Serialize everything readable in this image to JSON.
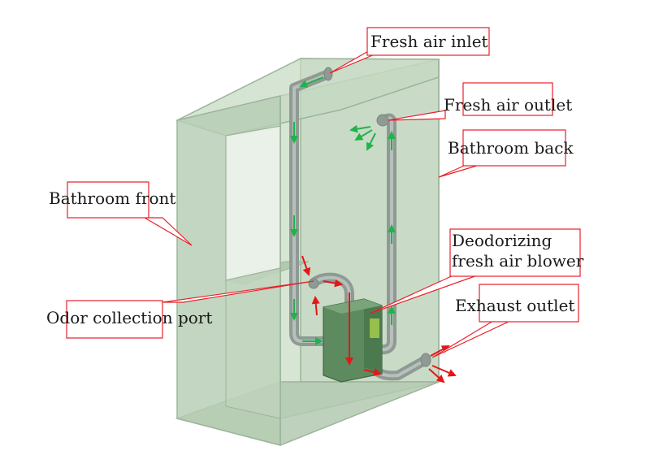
{
  "labels": {
    "fresh_air_inlet": "Fresh air inlet",
    "fresh_air_outlet": "Fresh air outlet",
    "bathroom_back": "Bathroom back",
    "bathroom_front": "Bathroom front",
    "blower_line1": "Deodorizing",
    "blower_line2": "fresh air blower",
    "exhaust_outlet": "Exhaust outlet",
    "odor_collection_port": "Odor collection port"
  },
  "colors": {
    "callout_border": "#e8202a",
    "box_fill": "#b6cdb3",
    "box_edge": "#9bb59a",
    "pipe": "#8f9a94",
    "blower": "#5d8a5f",
    "fresh_arrow": "#22b24c",
    "exhaust_arrow": "#e01818"
  }
}
